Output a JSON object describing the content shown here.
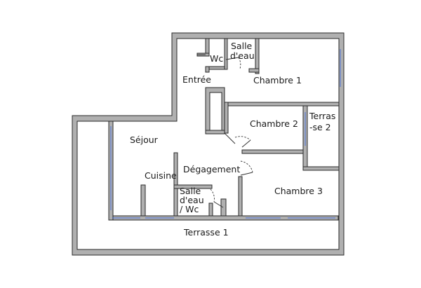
{
  "rooms": {
    "salle_eau_1": [
      "Salle",
      "d'eau"
    ],
    "wc": "Wc",
    "entree": "Entrée",
    "chambre_1": "Chambre 1",
    "chambre_2": "Chambre 2",
    "terrasse_2": [
      "Terras",
      "-se 2"
    ],
    "sejour": "Séjour",
    "degagement": "Dégagement",
    "cuisine": "Cuisine",
    "salle_eau_wc": [
      "Salle",
      "d'eau",
      "/ Wc"
    ],
    "chambre_3": "Chambre 3",
    "terrasse_1": "Terrasse 1"
  },
  "colors": {
    "wall": "#b0b0b0",
    "outline": "#2a2a2a",
    "window": "#4a6fd8",
    "background": "#ffffff"
  }
}
